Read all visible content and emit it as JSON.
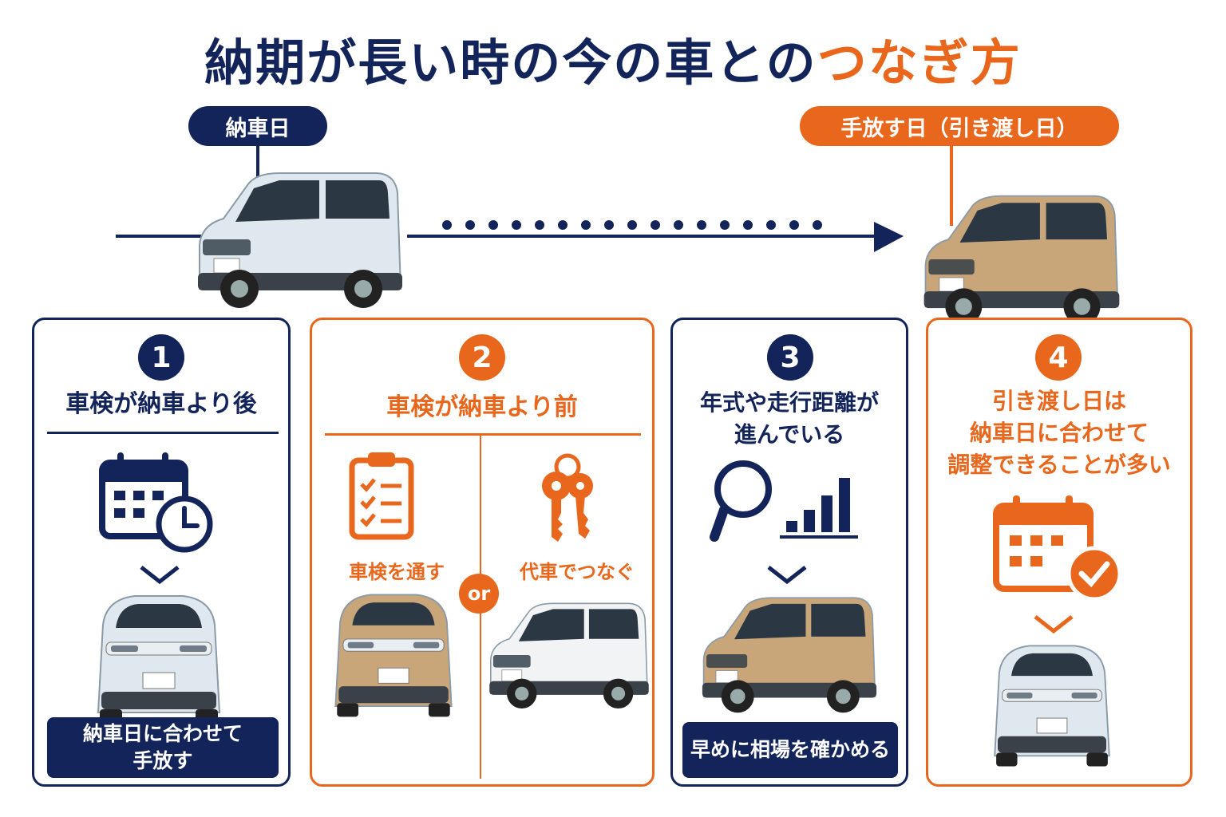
{
  "title": {
    "main": "納期が長い時の今の車との",
    "accent": "つなぎ方"
  },
  "timeline": {
    "start_label": "納車日",
    "end_label": "手放す日（引き渡し日）"
  },
  "cards": [
    {
      "number": "1",
      "heading": "車検が納車より後",
      "action": "納車日に合わせて\n手放す"
    },
    {
      "number": "2",
      "heading": "車検が納車より前",
      "option_a": "車検を通す",
      "or": "or",
      "option_b": "代車でつなぐ"
    },
    {
      "number": "3",
      "heading": "年式や走行距離が\n進んでいる",
      "action": "早めに相場を確かめる"
    },
    {
      "number": "4",
      "heading": "引き渡し日は\n納車日に合わせて\n調整できることが多い"
    }
  ],
  "colors": {
    "navy": "#13245a",
    "orange": "#e8671c",
    "car_blue": "#dfe8ee",
    "car_beige": "#c9a67a"
  },
  "icons": [
    "calendar-clock-icon",
    "checklist-icon",
    "keys-icon",
    "magnifier-chart-icon",
    "calendar-check-icon",
    "chevron-down-icon"
  ]
}
